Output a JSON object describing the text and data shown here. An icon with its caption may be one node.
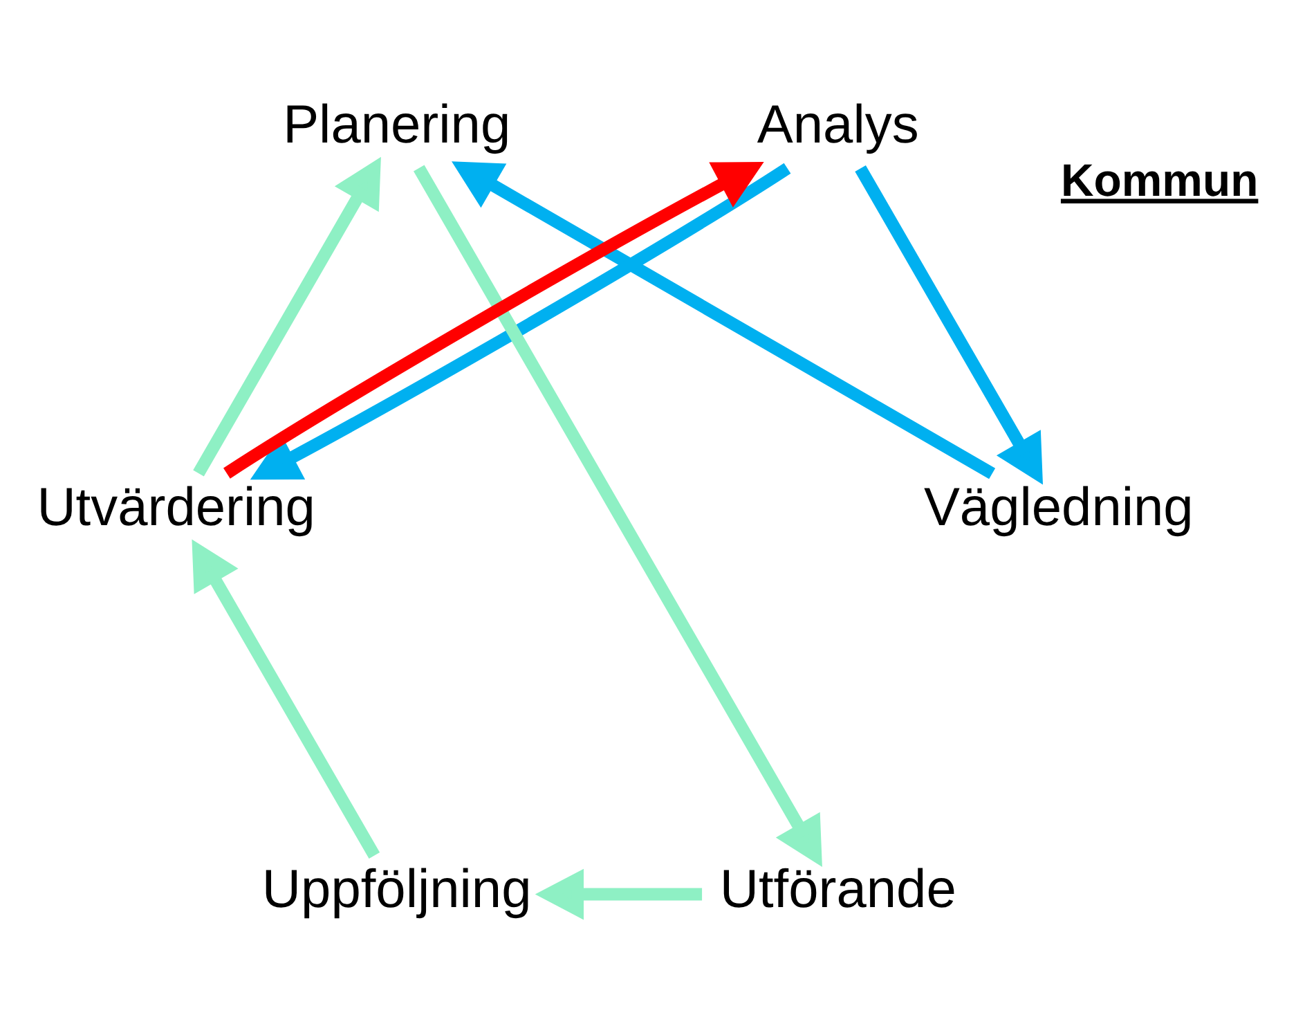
{
  "diagram": {
    "nodes": [
      {
        "text": [
          "Vägledning"
        ]
      },
      {
        "text": [
          "Analys"
        ]
      },
      {
        "text": [
          "Planering"
        ]
      },
      {
        "text": [
          "Utförande"
        ]
      },
      {
        "text": [
          "Uppföljning"
        ]
      },
      {
        "text": [
          "Utvärdering"
        ]
      }
    ],
    "edges": [
      {
        "from": 1,
        "to": 0,
        "arrow": "to",
        "color": "#00b0f0"
      },
      {
        "from": 0,
        "to": 2,
        "arrow": "to",
        "color": "#00b0f0"
      },
      {
        "from": 1,
        "to": 5,
        "arrow": "to",
        "color": "#00b0f0"
      },
      {
        "from": 5,
        "to": 2,
        "arrow": "to",
        "color": "#8ef0c4"
      },
      {
        "from": 2,
        "to": 3,
        "arrow": "to",
        "color": "#8ef0c4"
      },
      {
        "from": 3,
        "to": 4,
        "arrow": "to",
        "color": "#8ef0c4"
      },
      {
        "from": 4,
        "to": 5,
        "arrow": "to",
        "color": "#8ef0c4"
      },
      {
        "from": 5,
        "to": 1,
        "arrow": "to",
        "color": "#ff0000"
      }
    ],
    "labels": [
      "Kommun"
    ]
  }
}
